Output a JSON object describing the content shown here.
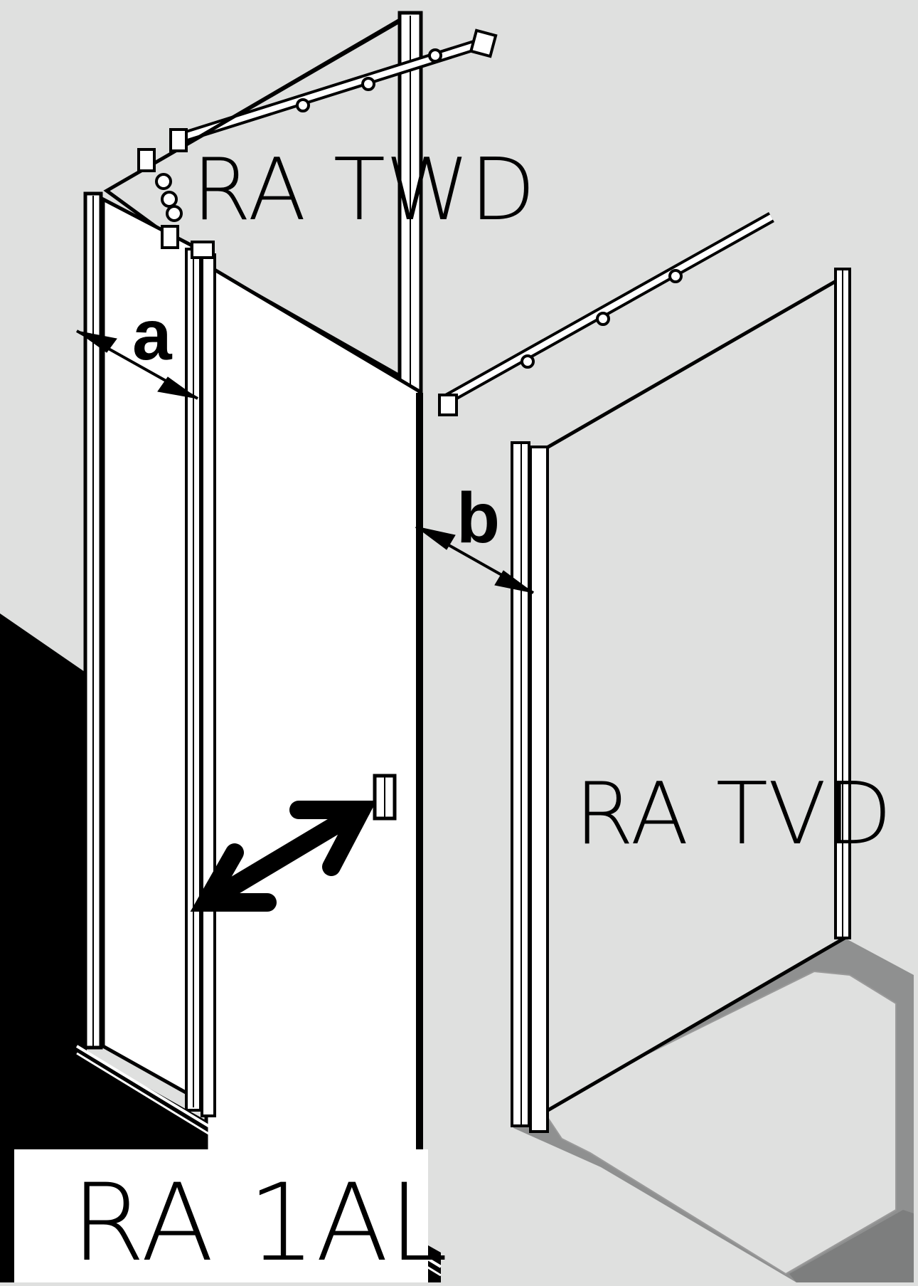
{
  "labels": {
    "top_panel": "RA TWD",
    "side_panel": "RA TVD",
    "door_panel": "RA 1AL",
    "dim_a": "a",
    "dim_b": "b"
  },
  "colors": {
    "background": "#dfe0df",
    "glass": "#ffffff",
    "line": "#000000",
    "floor_shadow": "#8f9090",
    "label_box": "#ffffff"
  },
  "icons": {
    "door_arrow": "double-arrow-icon",
    "door_handle": "handle-icon"
  }
}
